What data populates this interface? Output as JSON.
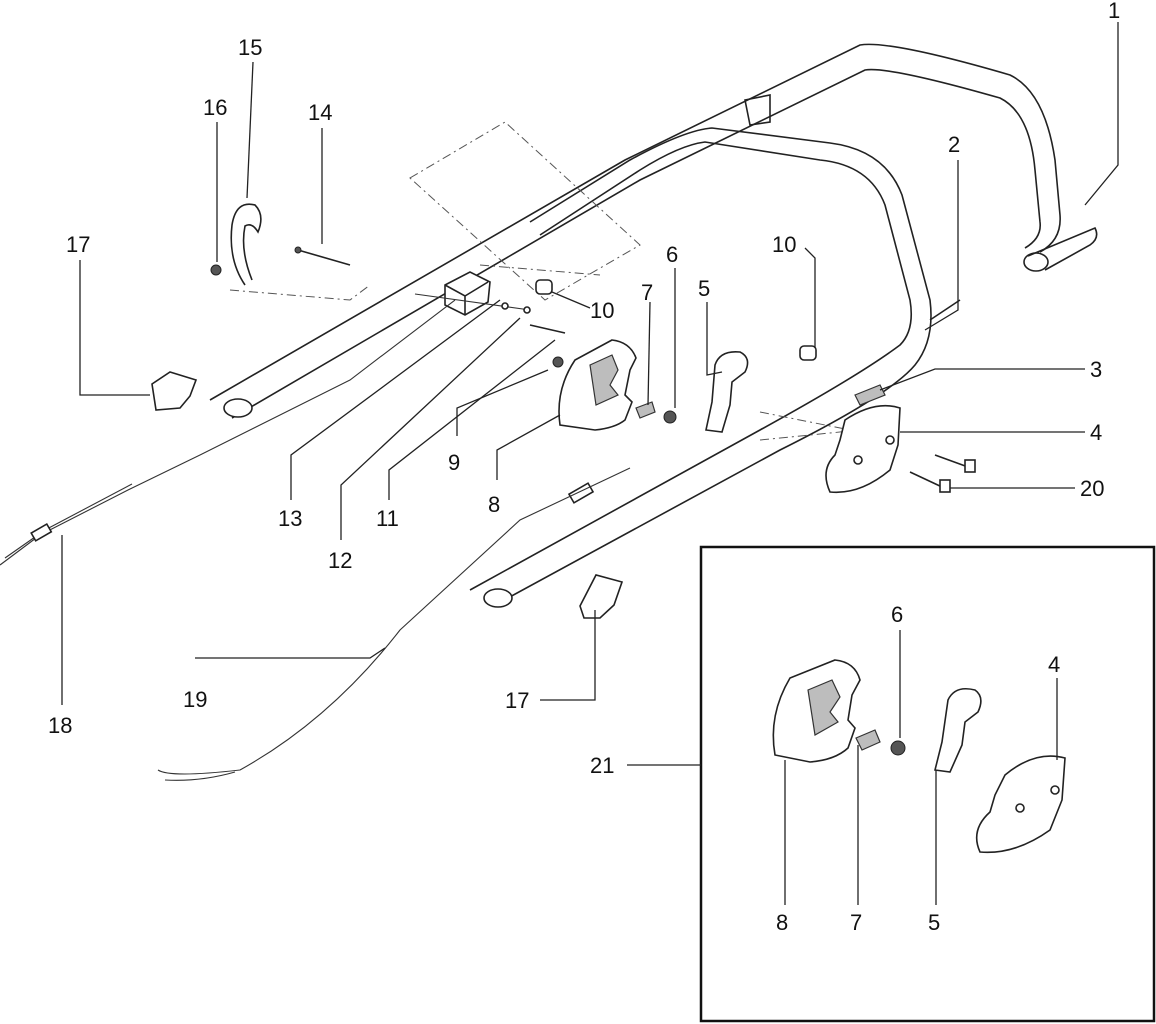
{
  "labels": {
    "l1": "1",
    "l2": "2",
    "l3": "3",
    "l4": "4",
    "l4b": "4",
    "l5": "5",
    "l5b": "5",
    "l6": "6",
    "l6b": "6",
    "l7": "7",
    "l7b": "7",
    "l8": "8",
    "l8b": "8",
    "l9": "9",
    "l10a": "10",
    "l10b": "10",
    "l11": "11",
    "l12": "12",
    "l13": "13",
    "l14": "14",
    "l15": "15",
    "l16": "16",
    "l17a": "17",
    "l17b": "17",
    "l18": "18",
    "l19": "19",
    "l20": "20",
    "l21": "21"
  }
}
